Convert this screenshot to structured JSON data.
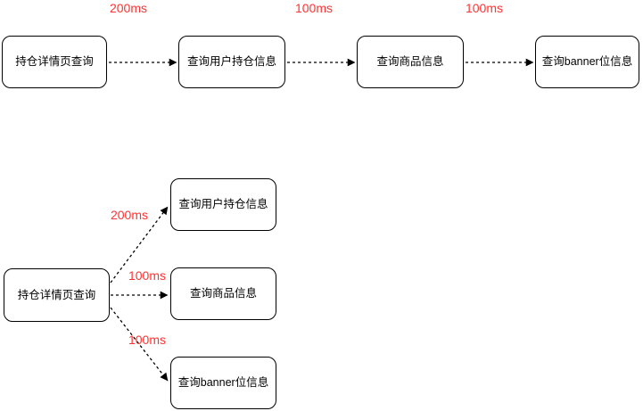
{
  "colors": {
    "edge_label": "#FF3333",
    "node_border": "#000000",
    "node_fill": "#FFFFFF",
    "edge_line": "#000000"
  },
  "sequential_flow": {
    "nodes": [
      "持仓详情页查询",
      "查询用户持仓信息",
      "查询商品信息",
      "查询banner位信息"
    ],
    "edge_labels": [
      "200ms",
      "100ms",
      "100ms"
    ]
  },
  "parallel_flow": {
    "source": "持仓详情页查询",
    "targets": [
      "查询用户持仓信息",
      "查询商品信息",
      "查询banner位信息"
    ],
    "edge_labels": [
      "200ms",
      "100ms",
      "100ms"
    ]
  }
}
